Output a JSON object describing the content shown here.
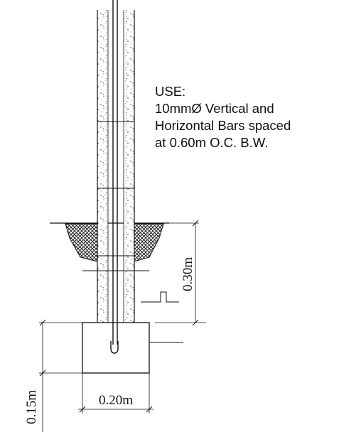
{
  "note": {
    "lines": [
      "USE:",
      "10mmØ Vertical and",
      "Horizontal Bars spaced",
      "at 0.60m O.C. B.W."
    ]
  },
  "dimensions": {
    "depth": "0.30m",
    "footing_width": "0.20m",
    "footing_thickness": "0.15m"
  },
  "colors": {
    "line": "#111111",
    "background": "#ffffff",
    "hatch": "#222222"
  }
}
